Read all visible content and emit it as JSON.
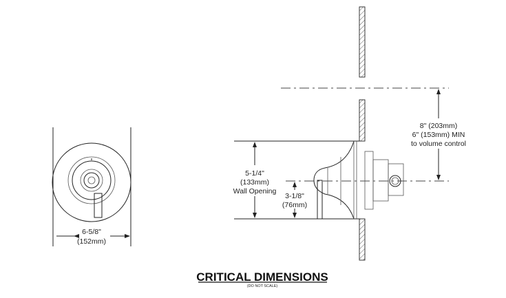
{
  "front_view": {
    "width_in": "6-5/8\"",
    "width_mm": "(152mm)"
  },
  "side_view": {
    "wall_opening_in": "5-1/4\"",
    "wall_opening_mm": "(133mm)",
    "wall_opening_label": "Wall Opening",
    "projection_in": "3-1/8\"",
    "projection_mm": "(76mm)",
    "height_line1": "8\" (203mm)",
    "height_line2": "6\" (153mm) MIN",
    "height_line3": "to volume control"
  },
  "title": "CRITICAL DIMENSIONS",
  "subtitle": "(DO NOT SCALE)"
}
